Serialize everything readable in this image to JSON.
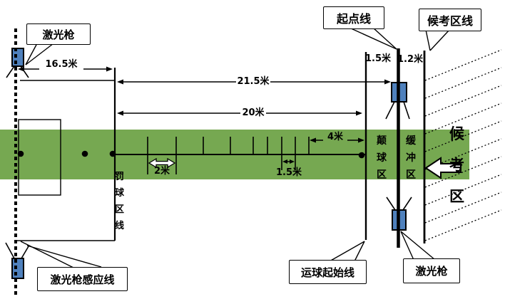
{
  "diagram": {
    "callouts": {
      "laser_gun_top": "激光枪",
      "start_line": "起点线",
      "waiting_area_line": "候考区线",
      "dribble_start_line": "运球起始线",
      "laser_gun_bottom": "激光枪",
      "laser_sensor_line": "激光枪感应线"
    },
    "dimensions": {
      "sensor_to_penalty": "16.5米",
      "penalty_to_start": "21.5米",
      "penalty_to_dribble": "20米",
      "last_segment": "4米",
      "pole_gap_wide": "2米",
      "pole_gap_narrow": "1.5米",
      "dribble_to_start_gap": "1.5米",
      "start_to_waiting_gap": "1.2米"
    },
    "zones": {
      "penalty_area_line": "罚球区线",
      "bounce_zone": "颠球区",
      "buffer_zone": "缓冲区",
      "waiting_zone": "候考区"
    },
    "colors": {
      "court_green": "#76a851",
      "device_blue": "#4f81bd"
    }
  }
}
